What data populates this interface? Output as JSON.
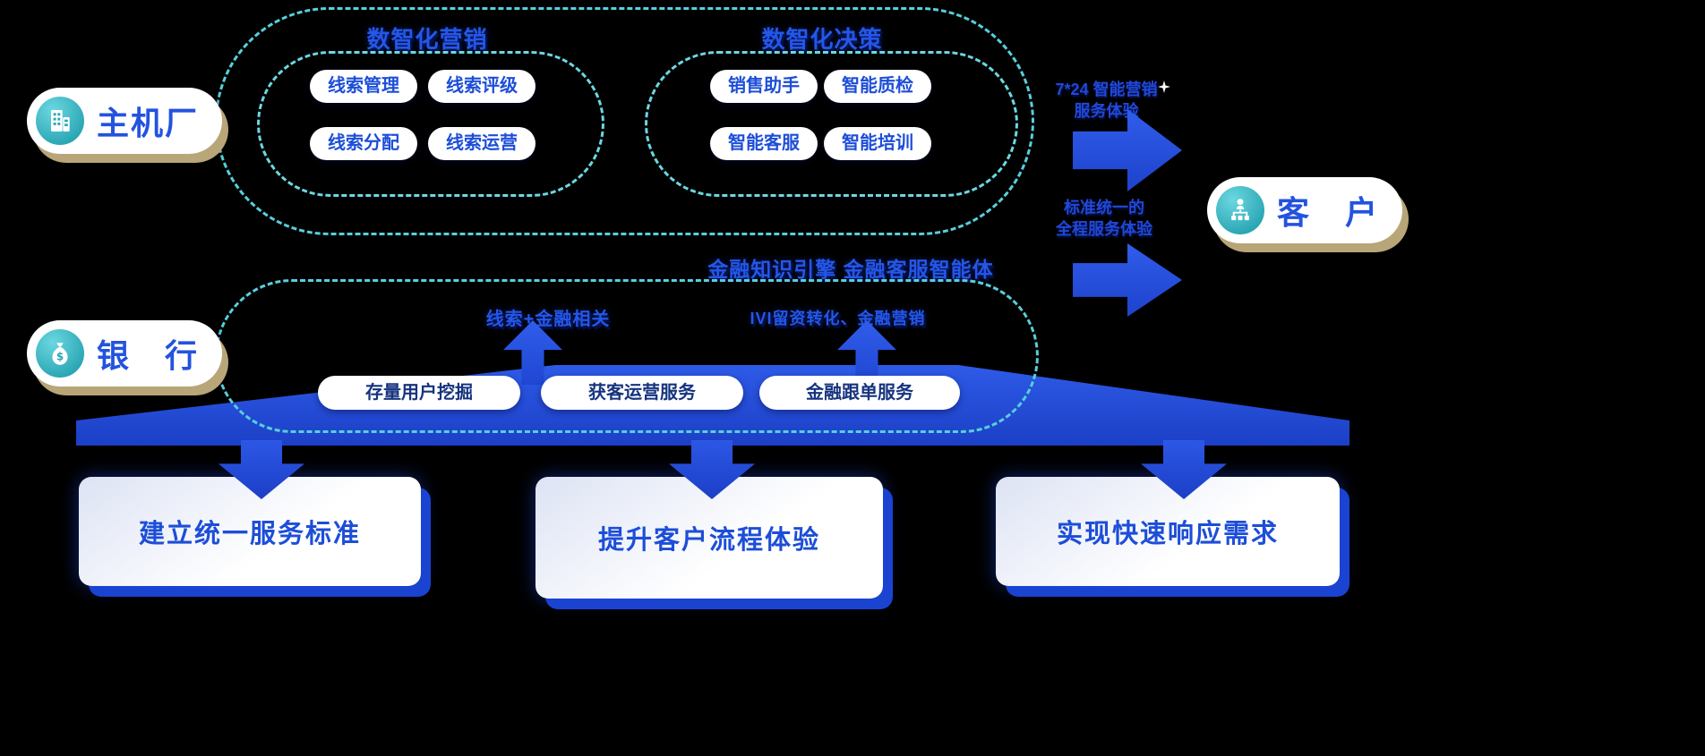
{
  "palette": {
    "background": "#000000",
    "primary_blue": "#2350DC",
    "deep_blue": "#1B43D2",
    "teal_dash": "#58CFDC",
    "pill_text_blue": "#1D4ED8",
    "badge_shadow_tan": "#B8A678",
    "icon_teal": "#2BA6B4"
  },
  "badges": {
    "oem": {
      "label": "主机厂",
      "icon": "building-icon"
    },
    "bank": {
      "label": "银　行",
      "icon": "money-bag-icon"
    },
    "customer": {
      "label": "客　户",
      "icon": "org-chart-icon"
    }
  },
  "top_section": {
    "marketing": {
      "title": "数智化营销",
      "items": [
        "线索管理",
        "线索评级",
        "线索分配",
        "线索运营"
      ]
    },
    "decision": {
      "title": "数智化决策",
      "items": [
        "销售助手",
        "智能质检",
        "智能客服",
        "智能培训"
      ]
    }
  },
  "middle_section": {
    "engine_title": "金融知识引擎  金融客服智能体",
    "left_flow_label": "线索+金融相关",
    "right_flow_label": "IVI留资转化、金融营销",
    "pills": [
      "存量用户挖掘",
      "获客运营服务",
      "金融跟单服务"
    ]
  },
  "right_notes": {
    "top_line1": "7*24 智能营销",
    "top_line2": "服务体验",
    "bottom_line1": "标准统一的",
    "bottom_line2": "全程服务体验"
  },
  "bottom_cards": [
    "建立统一服务标准",
    "提升客户流程体验",
    "实现快速响应需求"
  ]
}
